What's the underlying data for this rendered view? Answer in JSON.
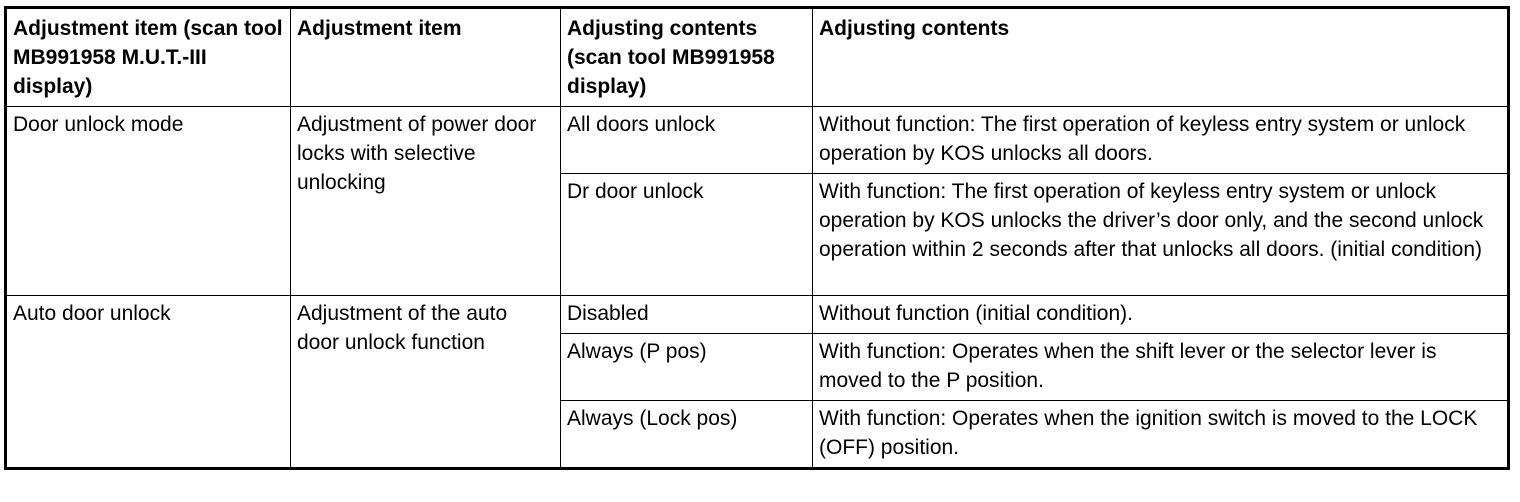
{
  "table": {
    "headers": [
      "Adjustment item (scan tool MB991958 M.U.T.-III display)",
      "Adjustment item",
      "Adjusting contents (scan tool MB991958 display)",
      "Adjusting contents"
    ],
    "groups": [
      {
        "display_item": "Door unlock mode",
        "adjustment_item": "Adjustment of power door locks with selective unlocking",
        "options": [
          {
            "display": "All doors unlock",
            "contents": "Without function: The first operation of keyless entry system or unlock operation by KOS unlocks all doors."
          },
          {
            "display": "Dr door unlock",
            "contents": "With function: The first operation of keyless entry system or unlock operation by KOS unlocks the driver’s door only, and the second unlock operation within 2 seconds after that unlocks all doors. (initial condition)"
          }
        ]
      },
      {
        "display_item": "Auto door unlock",
        "adjustment_item": "Adjustment of the auto door unlock function",
        "options": [
          {
            "display": "Disabled",
            "contents": "Without function (initial condition)."
          },
          {
            "display": "Always (P pos)",
            "contents": "With function: Operates when the shift lever or the selector lever is moved to the P position."
          },
          {
            "display": "Always (Lock pos)",
            "contents": "With function: Operates when the ignition switch is moved to the LOCK (OFF) position."
          }
        ]
      }
    ]
  }
}
